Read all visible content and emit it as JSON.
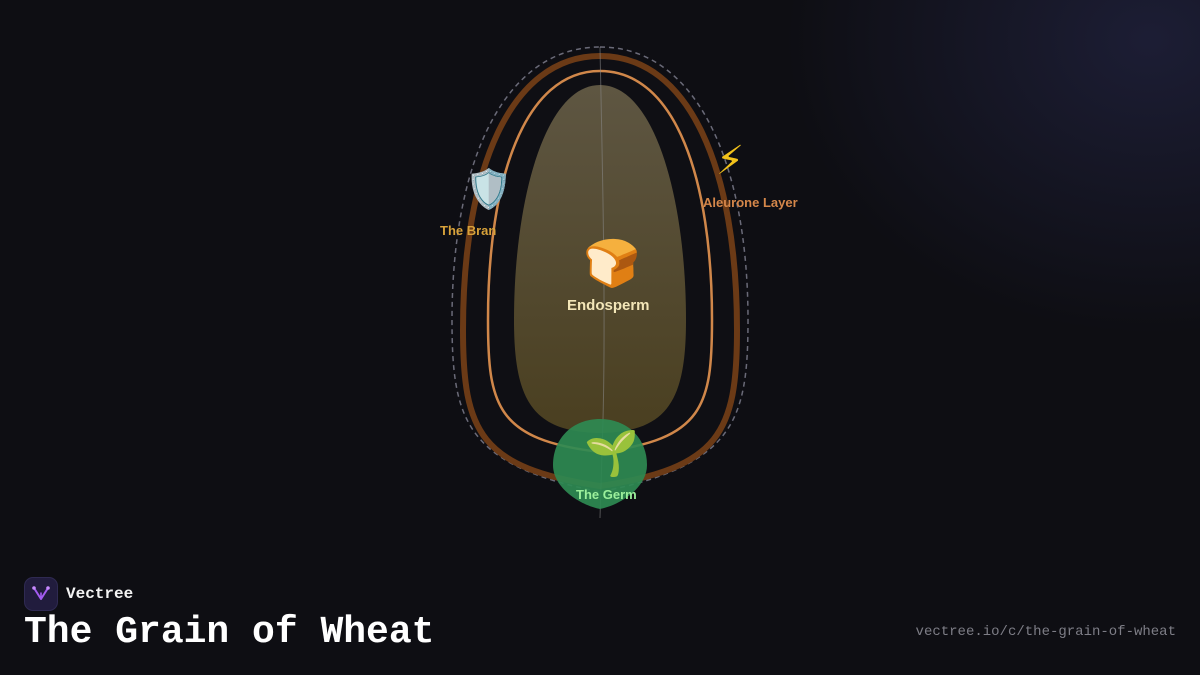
{
  "diagram": {
    "parts": {
      "bran": {
        "label": "The Bran",
        "icon": "shield-icon",
        "glyph": "🛡️",
        "color": "#d8a23a"
      },
      "aleurone": {
        "label": "Aleurone Layer",
        "icon": "lightning-icon",
        "glyph": "⚡",
        "color": "#d5874a"
      },
      "endosperm": {
        "label": "Endosperm",
        "icon": "bread-icon",
        "glyph": "🍞",
        "color": "#f3e6b8"
      },
      "germ": {
        "label": "The Germ",
        "icon": "seedling-icon",
        "glyph": "🌱",
        "color": "#9cf09c"
      }
    },
    "colors": {
      "bran_ring": "#6b3a16",
      "aleurone_ring": "#d0874a",
      "endosperm_fill": "#5b5234",
      "germ_fill": "#2e8a52",
      "outline_dashed": "#6a6a78"
    }
  },
  "brand": {
    "name": "Vectree",
    "icon": "vectree-logo-icon"
  },
  "title": "The Grain of Wheat",
  "url": "vectree.io/c/the-grain-of-wheat"
}
